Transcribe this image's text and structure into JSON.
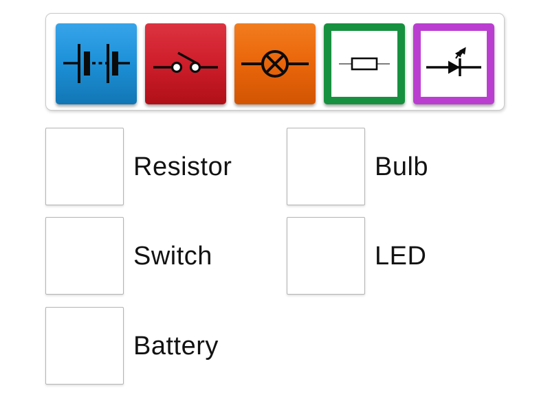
{
  "tray": {
    "tiles": [
      {
        "symbol": "battery",
        "style": "filled",
        "color": "#1E92DA",
        "color_light": "#38A4E9",
        "color_dark": "#1276B4"
      },
      {
        "symbol": "switch",
        "style": "filled",
        "color": "#D01F2D",
        "color_light": "#DC3340",
        "color_dark": "#B01018"
      },
      {
        "symbol": "bulb",
        "style": "filled",
        "color": "#EB670B",
        "color_light": "#F17D1F",
        "color_dark": "#D25503"
      },
      {
        "symbol": "resistor",
        "style": "bordered",
        "color": "#17913F"
      },
      {
        "symbol": "led",
        "style": "bordered",
        "color": "#BA3FD0"
      }
    ]
  },
  "match": {
    "rows": [
      {
        "left": {
          "label": "Resistor"
        },
        "right": {
          "label": "Bulb"
        }
      },
      {
        "left": {
          "label": "Switch"
        },
        "right": {
          "label": "LED"
        }
      },
      {
        "left": {
          "label": "Battery"
        }
      }
    ]
  },
  "colors": {
    "text": "#121212",
    "dropbox_border": "#b3b3b3",
    "tray_border": "#c9c9c9"
  }
}
